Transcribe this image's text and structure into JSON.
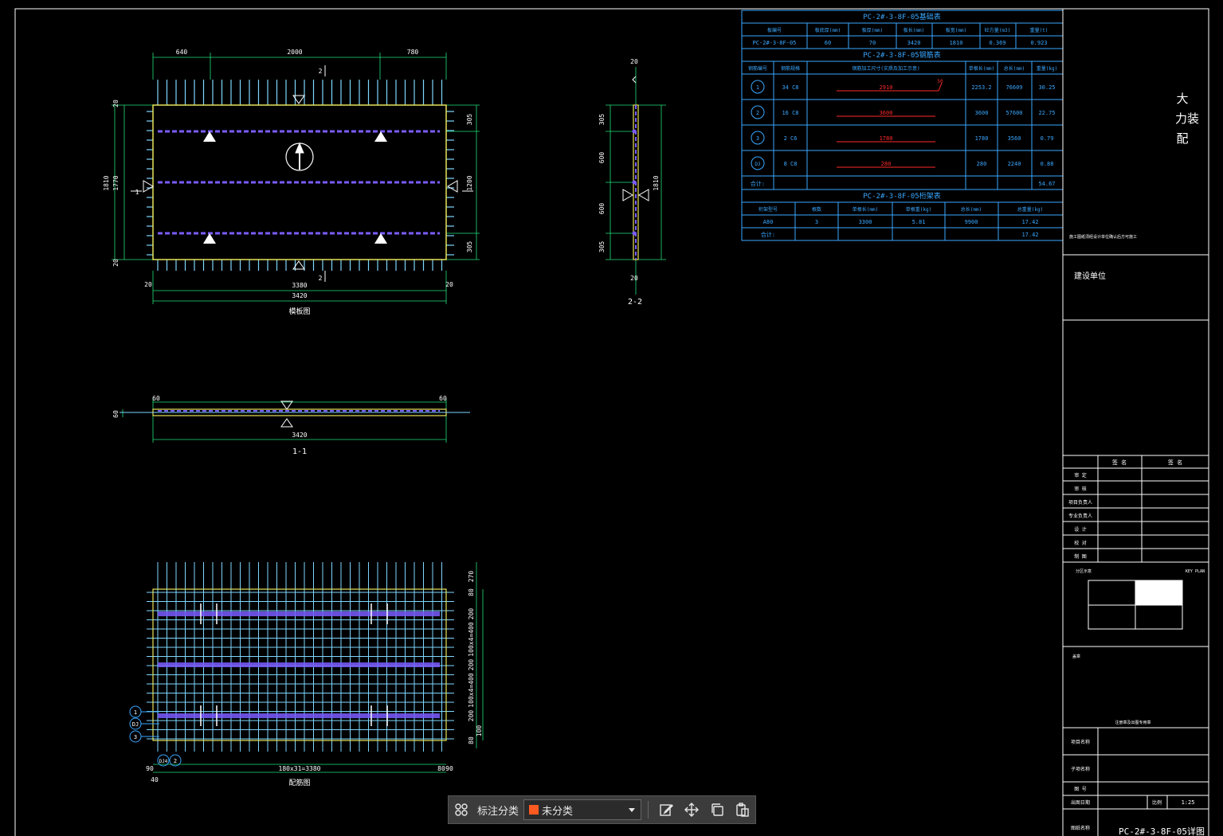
{
  "colors": {
    "frame": "#ffffff",
    "table": "#3aa7ff",
    "dim": "#22e07a",
    "slab": "#e8e45a",
    "rebar": "#7fd7ff",
    "truss": "#7b5cff",
    "redline": "#ff2a2a",
    "accent": "#ff5a1f"
  },
  "plan": {
    "title": "模板图",
    "dim_top": [
      "640",
      "2000",
      "780"
    ],
    "dim_bottom": [
      "20",
      "3380",
      "20"
    ],
    "dim_total": "3420",
    "dim_left": [
      "20",
      "1770",
      "1810",
      "20"
    ],
    "dim_right": [
      "305",
      "1200",
      "305"
    ],
    "section_mark": "2",
    "section_side": "1"
  },
  "section22": {
    "title": "2-2",
    "dims": [
      "20",
      "305",
      "600",
      "600",
      "305",
      "1810",
      "20"
    ]
  },
  "section11": {
    "title": "1-1",
    "dim_left": "60",
    "dim_right": "60",
    "dim_thk": "60",
    "dim_total": "3420"
  },
  "rebar_plan": {
    "title": "配筋图",
    "dim_bottom": "180x31=3380",
    "dim_ends": [
      "40",
      "90",
      "80",
      "90"
    ],
    "dim_right": [
      "270",
      "80",
      "200",
      "100x4=400",
      "200",
      "100x4=400",
      "200",
      "100",
      "80"
    ],
    "markers": [
      "1",
      "DJ",
      "3"
    ],
    "bottom_markers": [
      "DJ4",
      "2"
    ]
  },
  "table1": {
    "title": "PC-2#-3-8F-05基础表",
    "headers": [
      "板编号",
      "板底厚(mm)",
      "板厚(mm)",
      "板长(mm)",
      "板宽(mm)",
      "砼方量(m3)",
      "重量(t)"
    ],
    "row": [
      "PC-2#-3-8F-05",
      "60",
      "70",
      "3420",
      "1810",
      "0.369",
      "0.923"
    ]
  },
  "table2": {
    "title": "PC-2#-3-8F-05钢筋表",
    "headers": [
      "钢筋编号",
      "钢筋规格",
      "钢筋加工尺寸(实质及加工示意)",
      "单根长(mm)",
      "总长(mm)",
      "重量(kg)"
    ],
    "rows": [
      {
        "no": "1",
        "spec": "34 C8",
        "shape": "2910",
        "hook": "50",
        "len": "2253.2",
        "total": "76609",
        "weight": "30.25"
      },
      {
        "no": "2",
        "spec": "16 C8",
        "shape": "3600",
        "hook": "",
        "len": "3600",
        "total": "57600",
        "weight": "22.75"
      },
      {
        "no": "3",
        "spec": "2 C6",
        "shape": "1780",
        "hook": "",
        "len": "1780",
        "total": "3560",
        "weight": "0.79"
      },
      {
        "no": "DJ",
        "spec": "8 C8",
        "shape": "280",
        "hook": "",
        "len": "280",
        "total": "2240",
        "weight": "0.88"
      }
    ],
    "sum_label": "合计:",
    "sum_value": "54.67"
  },
  "table3": {
    "title": "PC-2#-3-8F-05桁架表",
    "headers": [
      "桁架型号",
      "根数",
      "单根长(mm)",
      "单根重(kg)",
      "总长(mm)",
      "总重量(kg)"
    ],
    "row": [
      "A80",
      "3",
      "3300",
      "5.81",
      "9900",
      "17.42"
    ],
    "sum_label": "合计:",
    "sum_value": "17.42"
  },
  "titleblock": {
    "company": [
      "大",
      "力装",
      "配"
    ],
    "note": "施工图纸须经设计单位确认后方可施工",
    "client_label": "建设单位",
    "sign_headers": [
      "签 名",
      "签 名"
    ],
    "sign_rows": [
      "审 定",
      "审 核",
      "项目负责人",
      "专业负责人",
      "设 计",
      "校 对",
      "制 图"
    ],
    "keyplan_label": "分区示意",
    "keyplan_right": "KEY PLAN",
    "stamp_label": "盖章",
    "stamp_note": "注册章及出图专用章",
    "project_label": "项目名称",
    "subproject_label": "子项名称",
    "drawno_label": "图 号",
    "date_label": "出图日期",
    "scale_label": "比例",
    "scale_value": "1:25",
    "drawname_label": "图纸名称",
    "drawname_value": "PC-2#-3-8F-05详图"
  },
  "toolbar": {
    "grid_icon": "grid-icon",
    "label": "标注分类",
    "select_value": "未分类",
    "icons": [
      "edit-icon",
      "move-icon",
      "copy-icon",
      "paste-icon"
    ]
  }
}
